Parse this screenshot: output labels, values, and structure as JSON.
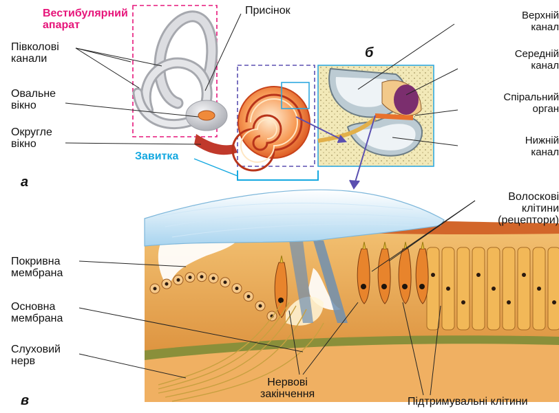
{
  "letters": {
    "a": "а",
    "b": "б",
    "c": "в"
  },
  "labels": {
    "vestibular": [
      "Вестибулярний",
      "апарат"
    ],
    "prysinok": "Присінок",
    "pivkolovi": [
      "Півколові",
      "канали"
    ],
    "ovalne": [
      "Овальне",
      "вікно"
    ],
    "okrugle": [
      "Округле",
      "вікно"
    ],
    "zavytka": "Завитка",
    "verkhnii": [
      "Верхній",
      "канал"
    ],
    "serednii": [
      "Середній",
      "канал"
    ],
    "spiralnyi": [
      "Спіральний",
      "орган"
    ],
    "nyzhnii": [
      "Нижній",
      "канал"
    ],
    "voloskovi": [
      "Волоскові",
      "клітини",
      "(рецептори)"
    ],
    "pokryvna": [
      "Покривна",
      "мембрана"
    ],
    "osnovna": [
      "Основна",
      "мембрана"
    ],
    "sluhovyi": [
      "Слуховий",
      "нерв"
    ],
    "nervovi": [
      "Нервові",
      "закінчення"
    ],
    "pidtrymuvalni": "Підтримувальні клітини"
  },
  "colors": {
    "vestibular_label": "#e6157a",
    "cochlea_label": "#14a8e0",
    "bone": "#d9d9dd",
    "cochlea": "#f06a2a",
    "membrane": "#bfe1f5",
    "tissue": "#e39a3c"
  }
}
